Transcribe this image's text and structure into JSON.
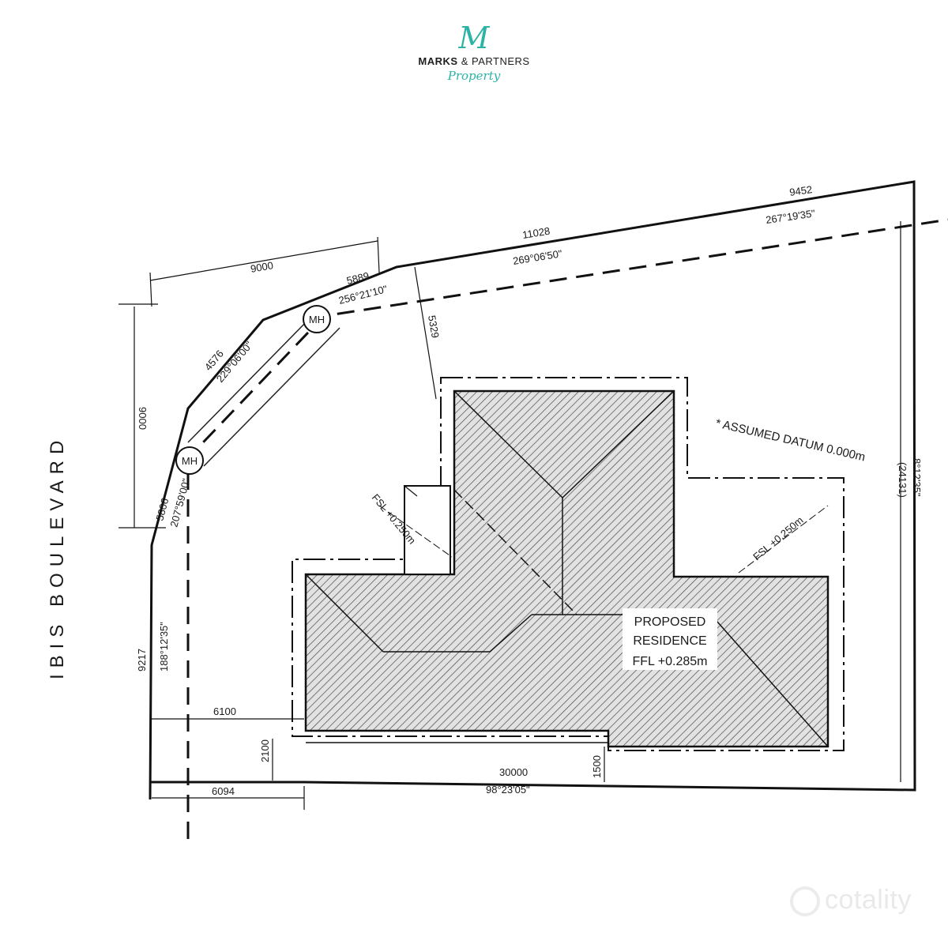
{
  "brand": {
    "logo_initial": "M",
    "name_bold": "MARKS",
    "name_rest": "& PARTNERS",
    "tagline": "Property",
    "accent_color": "#2bb3a6"
  },
  "watermark": {
    "text": "cotality",
    "icon": "cotality-logo-icon"
  },
  "plan": {
    "street_name": "IBIS BOULEVARD",
    "residence_line1": "PROPOSED",
    "residence_line2": "RESIDENCE",
    "residence_line3": "FFL +0.285m",
    "datum_note": "* ASSUMED DATUM 0.000m",
    "fsl_left": "FSL +0.250m",
    "fsl_right": "FSL +0.250m",
    "manhole_label": "MH",
    "dimensions": {
      "top_right_length": "9452",
      "top_right_bearing": "267°19'35\"",
      "top_mid_length": "11028",
      "top_mid_bearing": "269°06'50\"",
      "top_left_length": "9000",
      "corner_length": "5889",
      "corner_bearing": "256°21'10\"",
      "diag_length": "4576",
      "diag_bearing": "229°06'00\"",
      "left_vertical": "9000",
      "lower_diag_length": "5806",
      "lower_diag_bearing": "207°59'00\"",
      "left_side_length": "9217",
      "left_side_bearing": "188°12'35\"",
      "offset_top": "5329",
      "setback_6100": "6100",
      "setback_2100": "2100",
      "setback_6094": "6094",
      "bottom_length": "30000",
      "bottom_bearing": "98°23'05\"",
      "setback_1500": "1500",
      "right_side_length": "(24131)",
      "right_side_bearing": "8°12'35\""
    }
  }
}
